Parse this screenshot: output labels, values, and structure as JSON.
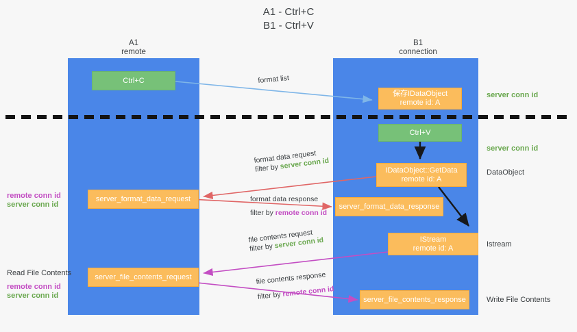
{
  "title": {
    "line1": "A1 - Ctrl+C",
    "line2": "B1 - Ctrl+V"
  },
  "columns": [
    {
      "name": "A1",
      "sub": "remote"
    },
    {
      "name": "B1",
      "sub": "connection"
    }
  ],
  "nodes": {
    "ctrl_c": {
      "label": "Ctrl+C",
      "color": "#77c178"
    },
    "ctrl_v": {
      "label": "Ctrl+V",
      "color": "#77c178"
    },
    "save_dataobject": {
      "line1": "保存IDataObject",
      "line2": "remote id: A",
      "color": "#fbbc5c"
    },
    "getdata": {
      "line1": "IDataObject::GetData",
      "line2": "remote id: A",
      "color": "#fbbc5c"
    },
    "istream": {
      "line1": "IStream",
      "line2": "remote id: A",
      "color": "#fbbc5c"
    },
    "server_format_data_request": {
      "label": "server_format_data_request",
      "color": "#fbbc5c"
    },
    "server_format_data_response": {
      "label": "server_format_data_response",
      "color": "#fbbc5c"
    },
    "server_file_contents_request": {
      "label": "server_file_contents_request",
      "color": "#fbbc5c"
    },
    "server_file_contents_response": {
      "label": "server_file_contents_response",
      "color": "#fbbc5c"
    }
  },
  "edges": {
    "format_list": {
      "label": "format list",
      "color": "#7fb6e8"
    },
    "format_data_request": {
      "line1": "format data request",
      "line2_prefix": "filter by ",
      "line2_key": "server conn id",
      "color": "#e06666"
    },
    "format_data_response": {
      "line1": "format data response",
      "line2_prefix": "filter by ",
      "line2_key": "remote conn id",
      "color": "#e06666"
    },
    "file_contents_request": {
      "line1": "file contents request",
      "line2_prefix": "filter by ",
      "line2_key": "server conn id",
      "color": "#c34ec3"
    },
    "file_contents_response": {
      "line1": "file contents response",
      "line2_prefix": "filter by ",
      "line2_key": "remote conn id",
      "color": "#c34ec3"
    }
  },
  "annotations": {
    "right": [
      {
        "text": "server conn id",
        "style": "green"
      },
      {
        "text": "server conn id",
        "style": "green"
      },
      {
        "text": "DataObject",
        "style": "plain"
      },
      {
        "text": "Istream",
        "style": "plain"
      },
      {
        "text": "Write File Contents",
        "style": "plain"
      }
    ],
    "left": [
      {
        "text": "remote conn id",
        "style": "purple"
      },
      {
        "text": "server conn id",
        "style": "green"
      },
      {
        "text": "Read File Contents",
        "style": "plain"
      },
      {
        "text": "remote conn id",
        "style": "purple"
      },
      {
        "text": "server conn id",
        "style": "green"
      }
    ]
  },
  "colors": {
    "lane": "#4a86e8",
    "green_box": "#77c178",
    "orange_box": "#fbbc5c",
    "red_arrow": "#e06666",
    "purple_arrow": "#c34ec3",
    "blue_arrow": "#7fb6e8",
    "dark_arrow": "#1a1a1a",
    "background": "#f7f7f7"
  }
}
